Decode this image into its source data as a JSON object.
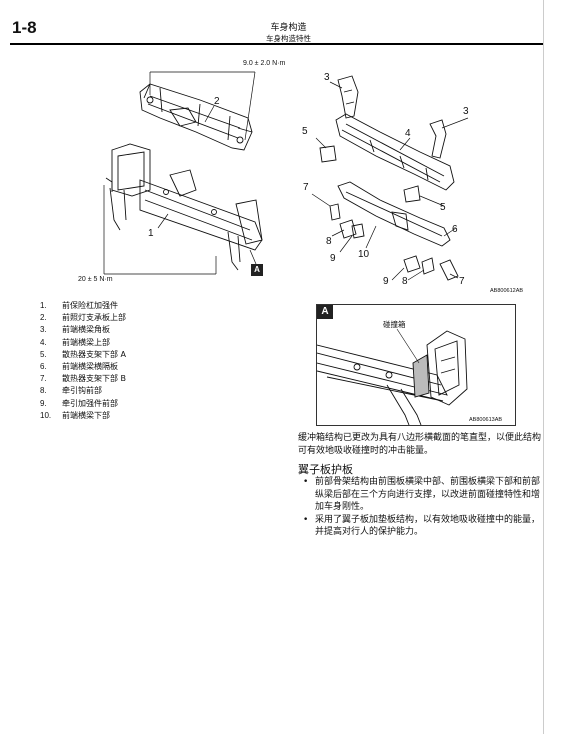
{
  "header": {
    "page_number": "1-8",
    "title": "车身构造",
    "subtitle": "车身构造特性"
  },
  "diagram_left": {
    "torque_top": "9.0 ± 2.0 N·m",
    "torque_bottom": "20 ± 5 N·m",
    "callout_1": "1",
    "callout_2": "2",
    "view_tag": "A"
  },
  "diagram_right": {
    "callouts": {
      "c3a": "3",
      "c3b": "3",
      "c4": "4",
      "c5a": "5",
      "c5b": "5",
      "c6": "6",
      "c7a": "7",
      "c7b": "7",
      "c8a": "8",
      "c8b": "8",
      "c9a": "9",
      "c9b": "9",
      "c10": "10"
    },
    "code": "AB800612AB"
  },
  "legend": [
    {
      "num": "1.",
      "text": "前保险杠加强件"
    },
    {
      "num": "2.",
      "text": "前照灯支承板上部"
    },
    {
      "num": "3.",
      "text": "前端横梁角板"
    },
    {
      "num": "4.",
      "text": "前端横梁上部"
    },
    {
      "num": "5.",
      "text": "散热器支架下部 A"
    },
    {
      "num": "6.",
      "text": "前端横梁横隔板"
    },
    {
      "num": "7.",
      "text": "散热器支架下部 B"
    },
    {
      "num": "8.",
      "text": "牵引钩前部"
    },
    {
      "num": "9.",
      "text": "牵引加强件前部"
    },
    {
      "num": "10.",
      "text": "前端横梁下部"
    }
  ],
  "detail": {
    "tag": "A",
    "label": "碰撞箱",
    "code": "AB800613AB"
  },
  "body_text": "缓冲箱结构已更改为具有八边形横截面的笔直型，以便此结构可有效地吸收碰撞时的冲击能量。",
  "section_title": "翼子板护板",
  "bullets": [
    "前部骨架结构由前围板横梁中部、前围板横梁下部和前部纵梁后部在三个方向进行支撑，以改进前面碰撞特性和增加车身刚性。",
    "采用了翼子板加垫板结构，以有效地吸收碰撞中的能量，并提高对行人的保护能力。"
  ]
}
